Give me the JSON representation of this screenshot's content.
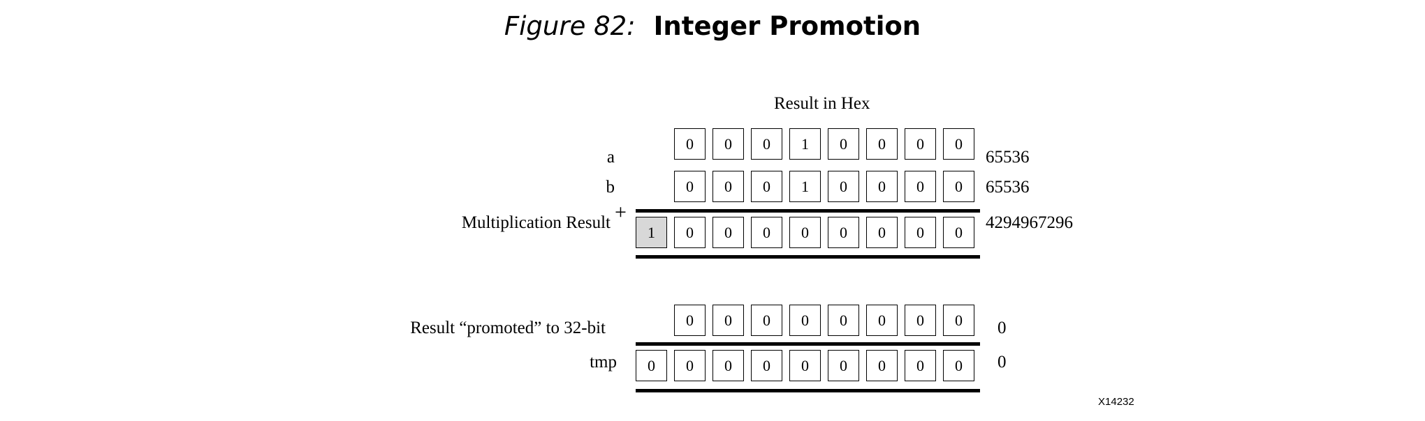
{
  "figure": {
    "label": "Figure 82:",
    "title": "Integer Promotion",
    "code": "X14232"
  },
  "header": "Result in Hex",
  "operator": "+",
  "rows": [
    {
      "id": "a",
      "label": "a",
      "cells": [
        "0",
        "0",
        "0",
        "1",
        "0",
        "0",
        "0",
        "0"
      ],
      "value": "65536"
    },
    {
      "id": "b",
      "label": "b",
      "cells": [
        "0",
        "0",
        "0",
        "1",
        "0",
        "0",
        "0",
        "0"
      ],
      "value": "65536"
    },
    {
      "id": "multiplication-result",
      "label": "Multiplication Result",
      "overflow_cell": "1",
      "cells": [
        "0",
        "0",
        "0",
        "0",
        "0",
        "0",
        "0",
        "0"
      ],
      "value": "4294967296"
    },
    {
      "id": "promoted",
      "label": "Result “promoted” to 32-bit",
      "cells": [
        "0",
        "0",
        "0",
        "0",
        "0",
        "0",
        "0",
        "0"
      ],
      "value": "0"
    },
    {
      "id": "tmp",
      "label": "tmp",
      "extra_cell": "0",
      "cells": [
        "0",
        "0",
        "0",
        "0",
        "0",
        "0",
        "0",
        "0"
      ],
      "value": "0"
    }
  ],
  "colors": {
    "overflow_cell_fill": "#d8d8d8",
    "line": "#000000"
  }
}
